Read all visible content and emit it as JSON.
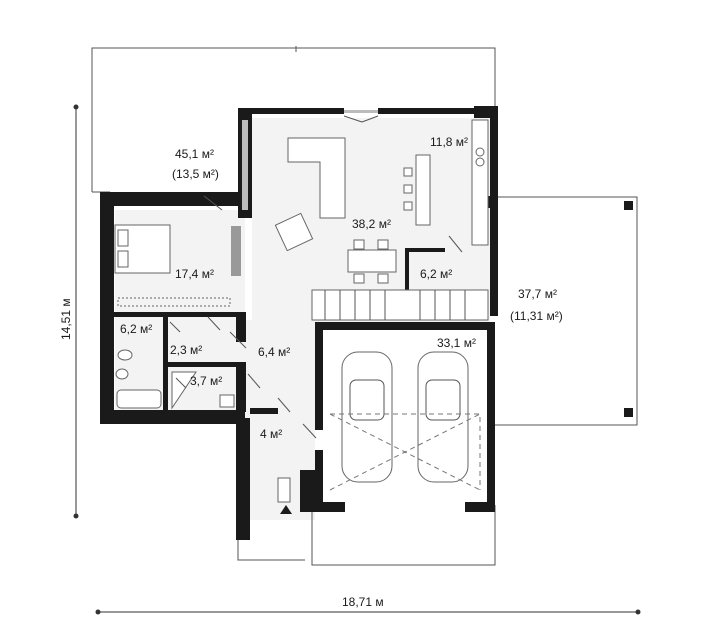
{
  "rooms": [
    {
      "id": "terrace-top-area",
      "text": "45,1 м²"
    },
    {
      "id": "terrace-top-sub",
      "text": "(13,5 м²)"
    },
    {
      "id": "kitchen",
      "text": "11,8 м²"
    },
    {
      "id": "living",
      "text": "38,2 м²"
    },
    {
      "id": "bedroom",
      "text": "17,4 м²"
    },
    {
      "id": "pantry",
      "text": "6,2 м²"
    },
    {
      "id": "carport-area",
      "text": "37,7 м²"
    },
    {
      "id": "carport-sub",
      "text": "(11,31 м²)"
    },
    {
      "id": "bathroom",
      "text": "6,2 м²"
    },
    {
      "id": "wardrobe",
      "text": "2,3 м²"
    },
    {
      "id": "hall",
      "text": "6,4 м²"
    },
    {
      "id": "garage",
      "text": "33,1 м²"
    },
    {
      "id": "wc",
      "text": "3,7 м²"
    },
    {
      "id": "vestibule",
      "text": "4 м²"
    }
  ],
  "dimensions": {
    "width": "18,71 м",
    "height": "14,51 м"
  }
}
